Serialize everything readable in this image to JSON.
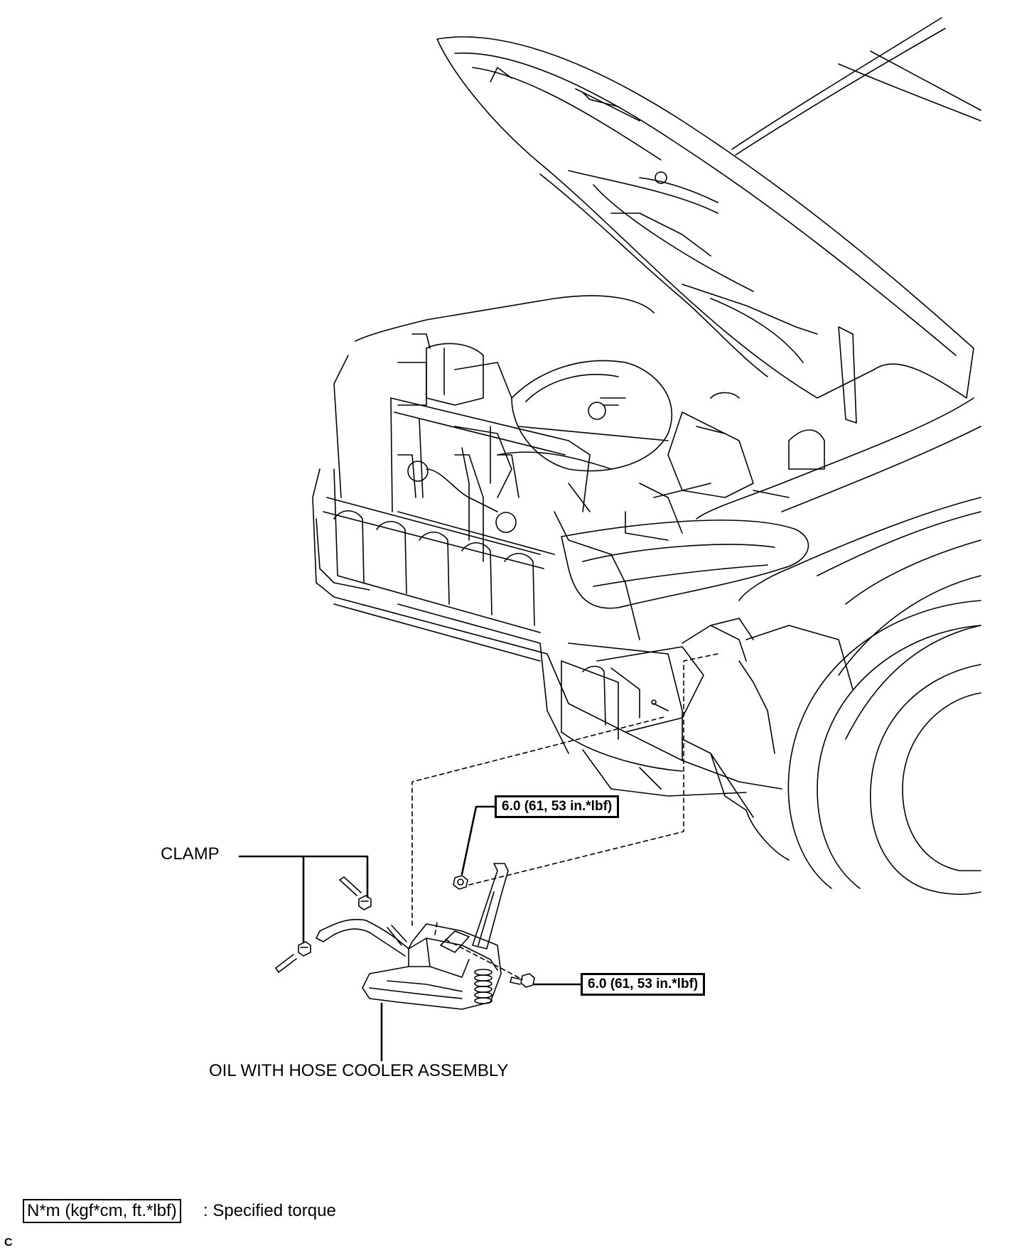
{
  "callouts": {
    "clamp": "CLAMP",
    "assembly": "OIL WITH HOSE COOLER ASSEMBLY",
    "torque_nut": "6.0 (61, 53 in.*lbf)",
    "torque_bolt": "6.0 (61, 53 in.*lbf)"
  },
  "legend": {
    "unit_box": "N*m (kgf*cm, ft.*lbf)",
    "description": ": Specified torque"
  },
  "corner_mark": "C"
}
